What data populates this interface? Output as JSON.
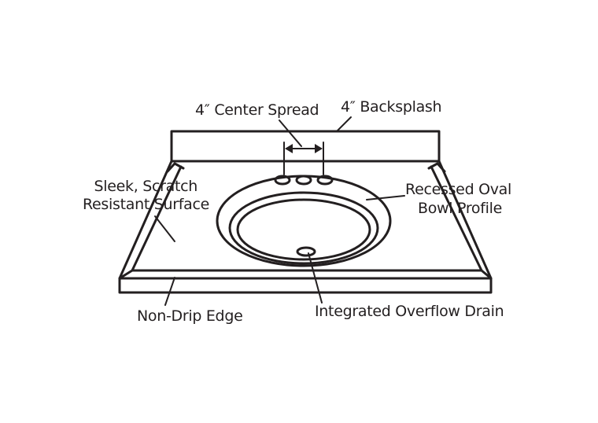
{
  "labels": {
    "center_spread": "4″ Center Spread",
    "backsplash": "4″ Backsplash",
    "surface_line1": "Sleek, Scratch",
    "surface_line2": "Resistant Surface",
    "bowl_line1": "Recessed Oval",
    "bowl_line2": "Bowl Profile",
    "edge": "Non-Drip Edge",
    "overflow": "Integrated Overflow Drain"
  },
  "colors": {
    "line": "#231f20",
    "background": "#ffffff"
  }
}
